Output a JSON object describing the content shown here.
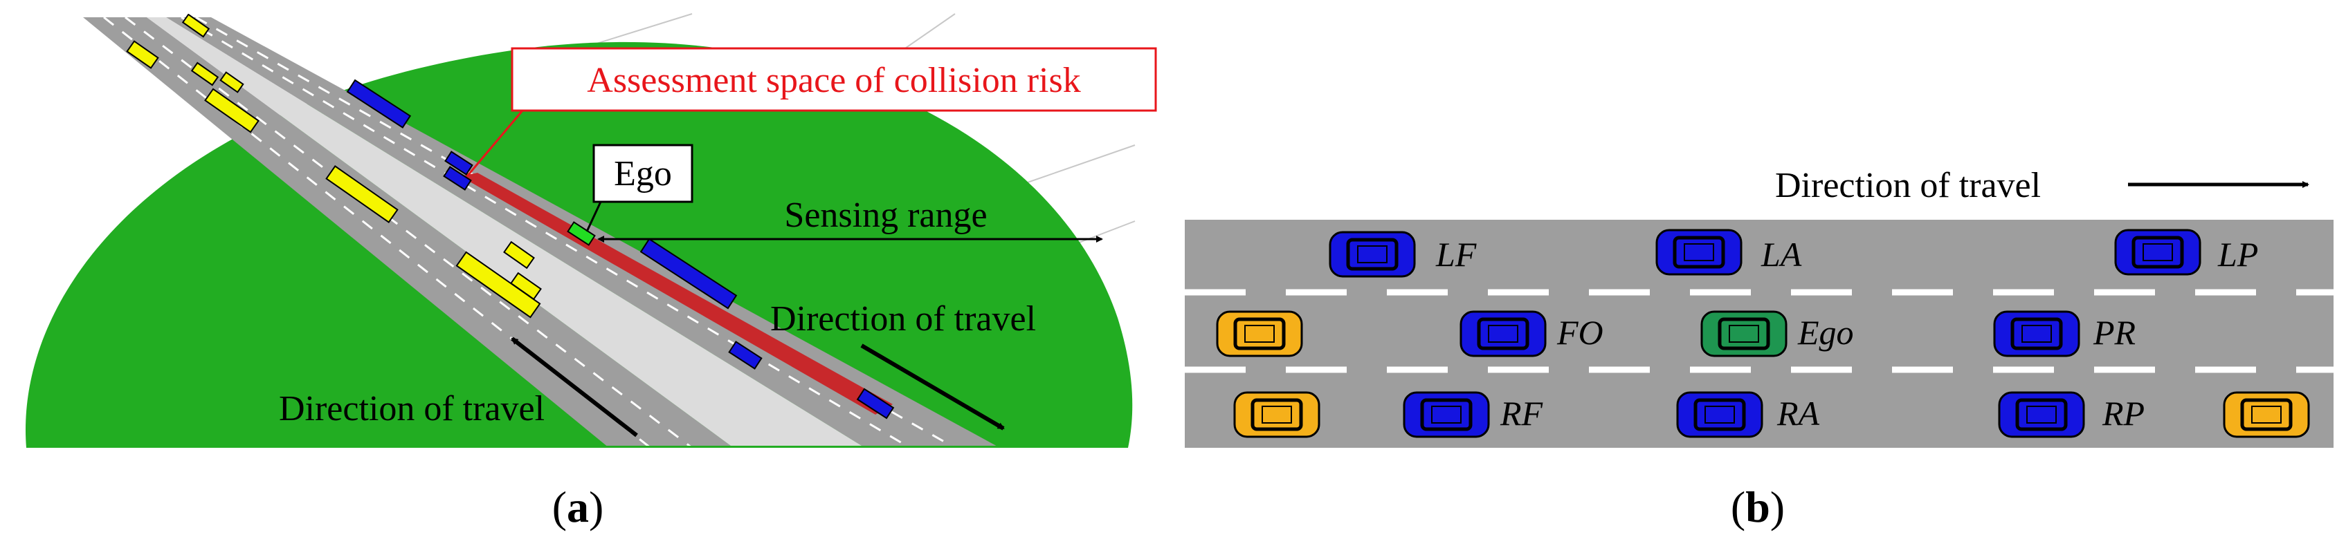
{
  "panel_a": {
    "label_open": "(",
    "label_letter": "a",
    "label_close": ")",
    "callout": "Assessment space of collision risk",
    "ego_label": "Ego",
    "sensing_range": "Sensing range",
    "direction_right": "Direction of travel",
    "direction_left": "Direction of travel"
  },
  "panel_b": {
    "label_open": "(",
    "label_letter": "b",
    "label_close": ")",
    "direction": "Direction of travel",
    "vehicles": [
      {
        "label": "LF"
      },
      {
        "label": "LA"
      },
      {
        "label": "LP"
      },
      {
        "label": "FO"
      },
      {
        "label": "Ego"
      },
      {
        "label": "PR"
      },
      {
        "label": "RF"
      },
      {
        "label": "RA"
      },
      {
        "label": "RP"
      }
    ]
  },
  "colors": {
    "field_green": "#22ad22",
    "road_gray": "#9e9e9e",
    "risk_red": "#c8282b",
    "vehicle_blue": "#1414e0",
    "ego_green": "#1e9650",
    "vehicle_yellow": "#f5b01a",
    "truck_yellow": "#f5f500",
    "callout_red": "#e8161b"
  }
}
